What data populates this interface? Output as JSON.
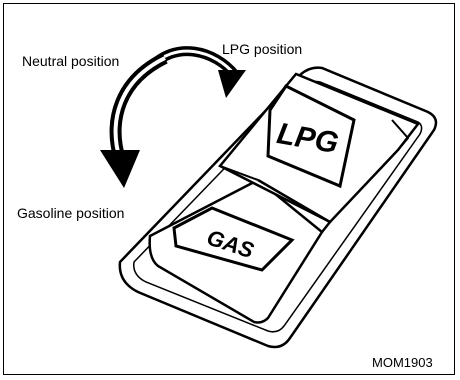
{
  "labels": {
    "neutral": "Neutral position",
    "lpg": "LPG position",
    "gasoline": "Gasoline position",
    "figure_code": "MOM1903"
  },
  "switch": {
    "top_key": "LPG",
    "bottom_key": "GAS"
  },
  "colors": {
    "line": "#000000",
    "fill": "#ffffff",
    "key_bg": "#eeeeee"
  }
}
